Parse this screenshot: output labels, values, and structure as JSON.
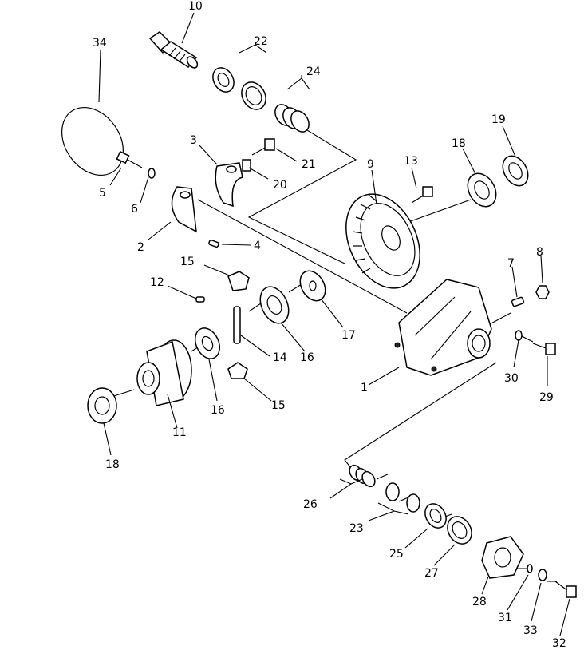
{
  "diagram": {
    "type": "exploded-parts-diagram",
    "callouts": {
      "p1": "1",
      "p2": "2",
      "p3": "3",
      "p4": "4",
      "p5": "5",
      "p6": "6",
      "p7": "7",
      "p8": "8",
      "p9": "9",
      "p10": "10",
      "p11": "11",
      "p12": "12",
      "p13": "13",
      "p14": "14",
      "p15a": "15",
      "p15b": "15",
      "p16a": "16",
      "p16b": "16",
      "p17": "17",
      "p18a": "18",
      "p18b": "18",
      "p19": "19",
      "p20": "20",
      "p21": "21",
      "p22": "22",
      "p23": "23",
      "p24": "24",
      "p25": "25",
      "p26": "26",
      "p27": "27",
      "p28": "28",
      "p29": "29",
      "p30": "30",
      "p31": "31",
      "p32": "32",
      "p33": "33",
      "p34": "34"
    }
  }
}
